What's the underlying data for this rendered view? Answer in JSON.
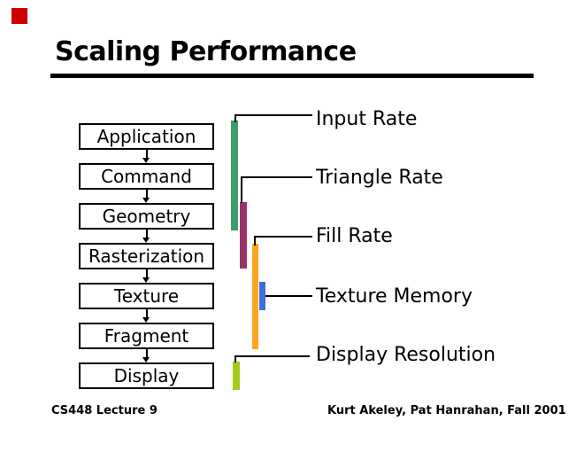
{
  "slide": {
    "title": "Scaling Performance",
    "footer_left": "CS448 Lecture 9",
    "footer_right": "Kurt Akeley, Pat Hanrahan, Fall 2001",
    "corner_marker_color": "#CC0000"
  },
  "pipeline": {
    "stages": [
      {
        "label": "Application"
      },
      {
        "label": "Command"
      },
      {
        "label": "Geometry"
      },
      {
        "label": "Rasterization"
      },
      {
        "label": "Texture"
      },
      {
        "label": "Fragment"
      },
      {
        "label": "Display"
      }
    ]
  },
  "annotations": [
    {
      "label": "Input Rate",
      "color": "#3C9E6E"
    },
    {
      "label": "Triangle Rate",
      "color": "#993366"
    },
    {
      "label": "Fill Rate",
      "color": "#FFA41F"
    },
    {
      "label": "Texture Memory",
      "color": "#3E6FD9"
    },
    {
      "label": "Display Resolution",
      "color": "#A3CC20"
    }
  ]
}
